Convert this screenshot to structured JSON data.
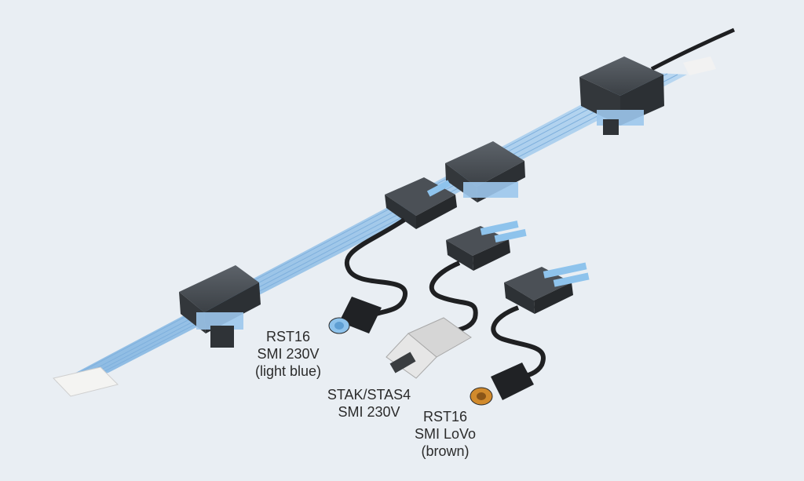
{
  "labels": {
    "rst16_230": {
      "line1": "RST16",
      "line2": "SMI 230V",
      "line3": "(light blue)"
    },
    "stak": {
      "line1": "STAK/STAS4",
      "line2": "SMI 230V"
    },
    "rst16_lovo": {
      "line1": "RST16",
      "line2": "SMI LoVo",
      "line3": "(brown)"
    }
  },
  "colors": {
    "background": "#e9eef3",
    "flat_cable": "#9fc6ea",
    "tap_body": "#4a4f55",
    "connector_blue": "#8ec3ec",
    "connector_grey": "#d8d8d8",
    "brown_tip": "#d18a2c"
  }
}
